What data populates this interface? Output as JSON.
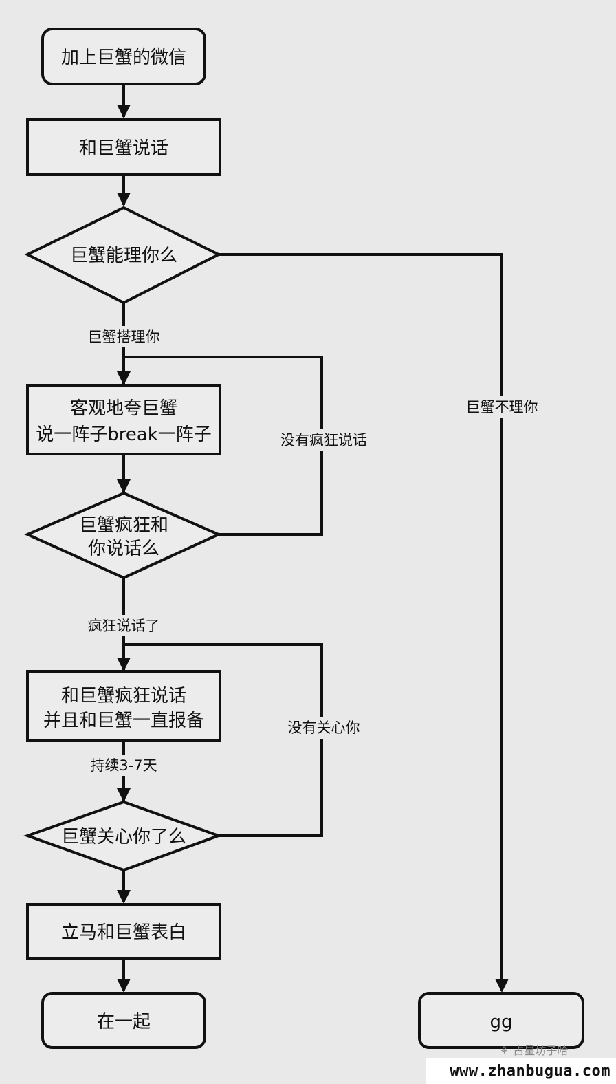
{
  "nodes": {
    "add_wechat": "加上巨蟹的微信",
    "talk": "和巨蟹说话",
    "responds_q": "巨蟹能理你么",
    "praise_line1": "客观地夸巨蟹",
    "praise_line2": "说一阵子break一阵子",
    "crazy_q_line1": "巨蟹疯狂和",
    "crazy_q_line2": "你说话么",
    "crazy_talk_line1": "和巨蟹疯狂说话",
    "crazy_talk_line2": "并且和巨蟹一直报备",
    "care_q": "巨蟹关心你了么",
    "confess": "立马和巨蟹表白",
    "together": "在一起",
    "gg": "gg"
  },
  "edges": {
    "responds_yes": "巨蟹搭理你",
    "responds_no": "巨蟹不理你",
    "not_crazy": "没有疯狂说话",
    "crazy_yes": "疯狂说话了",
    "duration": "持续3-7天",
    "no_care": "没有关心你"
  },
  "watermark": {
    "url": "www.zhanbugua.com",
    "account": "占星坊子哈"
  },
  "colors": {
    "background": "#e9e9e9",
    "stroke": "#111111",
    "node_fill": "#ececec"
  }
}
